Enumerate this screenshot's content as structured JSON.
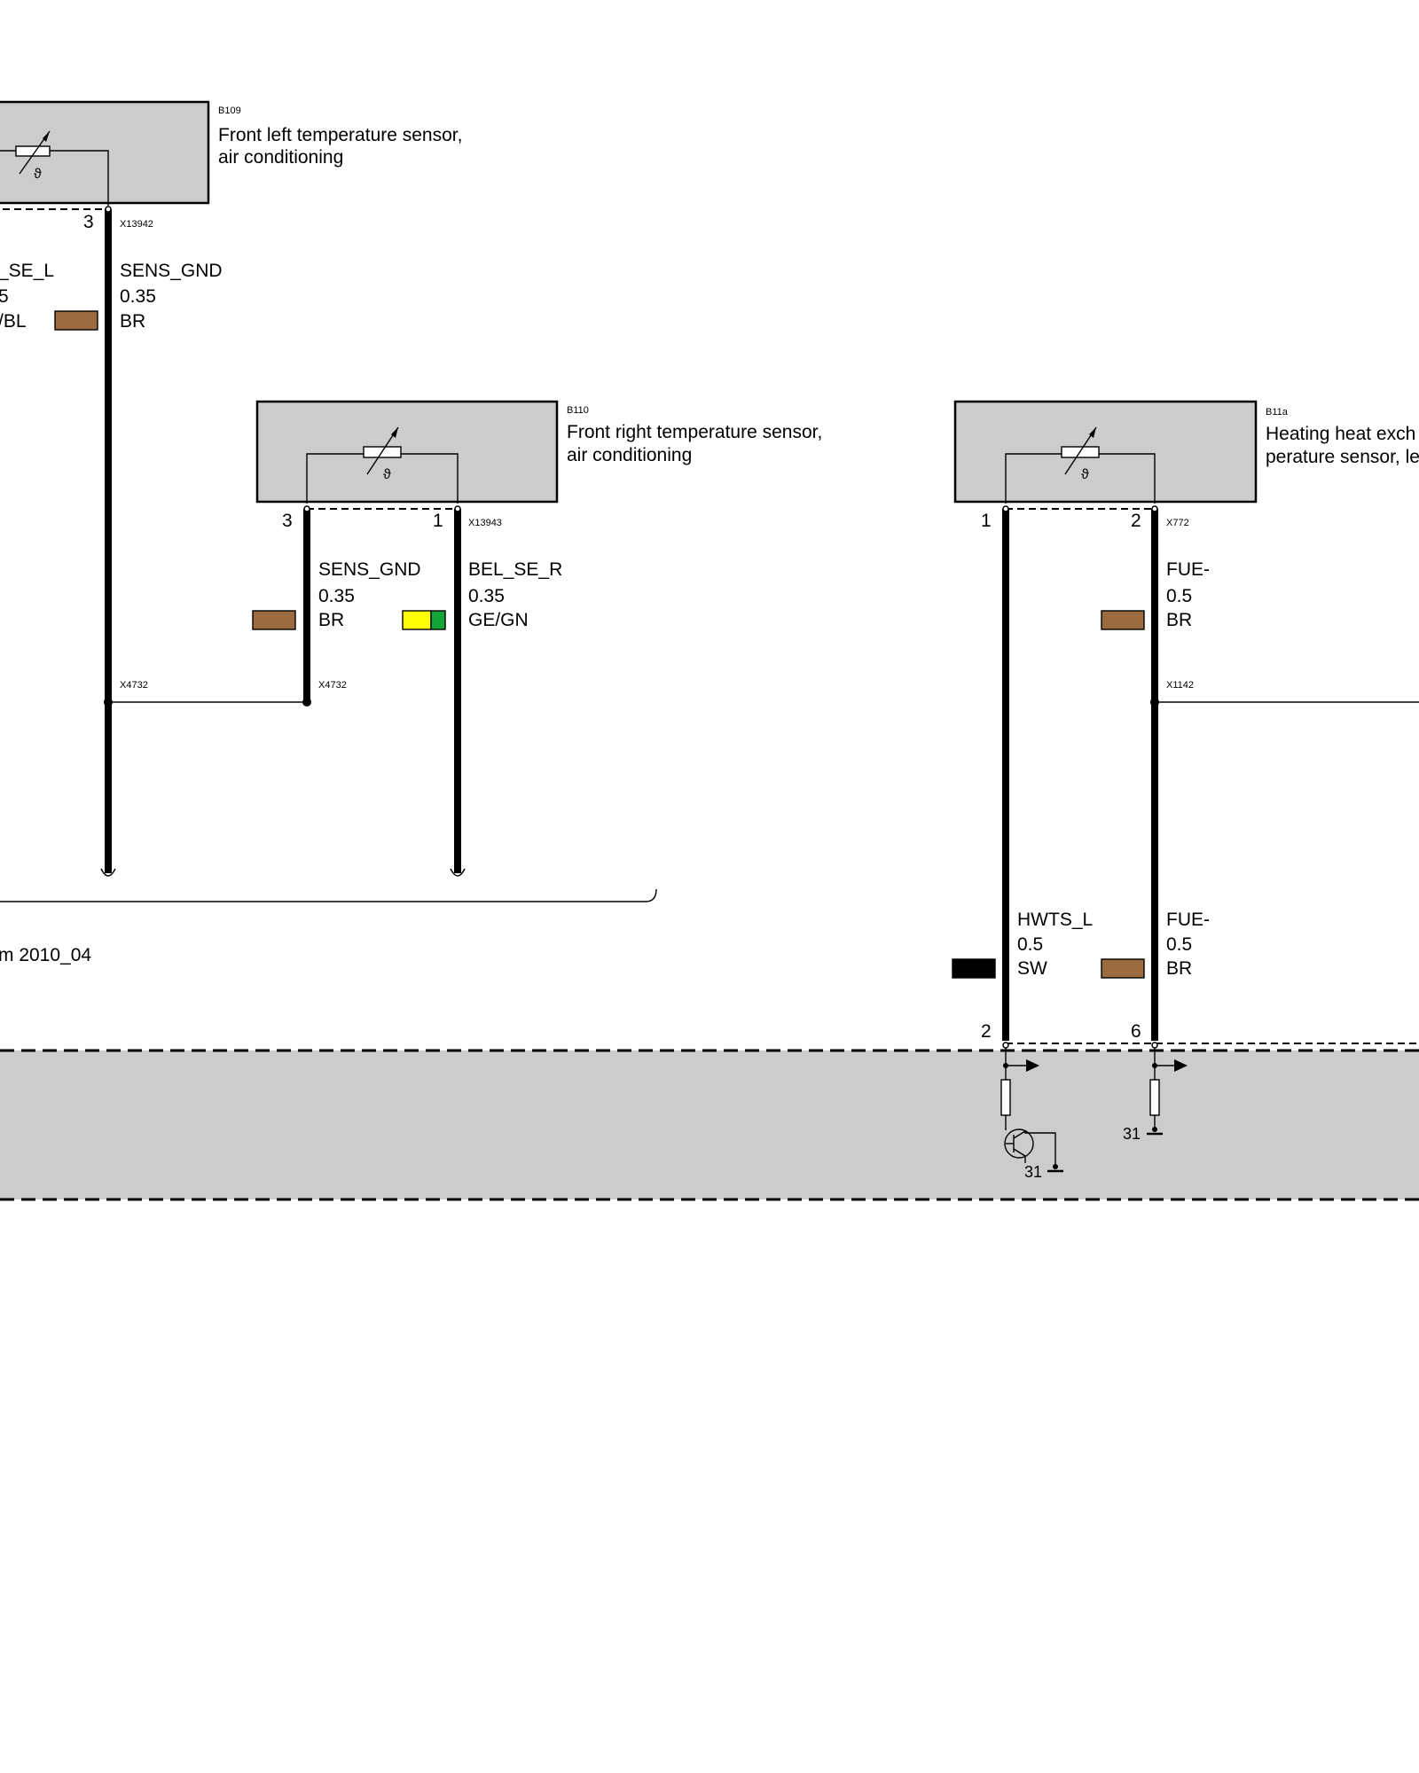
{
  "colors": {
    "brown": "#9c6a3f",
    "yellow": "#ffff00",
    "green": "#13a538",
    "black": "#000000",
    "module_fill": "#cccccc"
  },
  "components": {
    "b109": {
      "id": "B109",
      "name_line1": "Front left temperature sensor,",
      "name_line2": "air conditioning"
    },
    "b110": {
      "id": "B110",
      "name_line1": "Front right temperature sensor,",
      "name_line2": "air conditioning"
    },
    "b11a": {
      "id": "B11a",
      "name_line1": "Heating heat exch",
      "name_line2": "perature sensor, le"
    }
  },
  "connectors": {
    "x13942": "X13942",
    "x13943": "X13943",
    "x772": "X772",
    "x4732_a": "X4732",
    "x4732_b": "X4732",
    "x1142": "X1142"
  },
  "pins": {
    "b109_pin": "3",
    "b110_pin_left": "3",
    "b110_pin_right": "1",
    "b11a_pin_left": "1",
    "b11a_pin_right": "2",
    "module_pin_left": "2",
    "module_pin_right": "6"
  },
  "wires": {
    "w_left_cut": {
      "signal": "_SE_L",
      "gauge": "5",
      "color": "/BL"
    },
    "w_b109_gnd": {
      "signal": "SENS_GND",
      "gauge": "0.35",
      "color": "BR"
    },
    "w_b110_gnd": {
      "signal": "SENS_GND",
      "gauge": "0.35",
      "color": "BR"
    },
    "w_b110_sig": {
      "signal": "BEL_SE_R",
      "gauge": "0.35",
      "color": "GE/GN"
    },
    "w_b11a_fue_top": {
      "signal": "FUE-",
      "gauge": "0.5",
      "color": "BR"
    },
    "w_hwts": {
      "signal": "HWTS_L",
      "gauge": "0.5",
      "color": "SW"
    },
    "w_b11a_fue_bottom": {
      "signal": "FUE-",
      "gauge": "0.5",
      "color": "BR"
    }
  },
  "ground_labels": {
    "g1": "31",
    "g2": "31"
  },
  "footnote": "m 2010_04"
}
